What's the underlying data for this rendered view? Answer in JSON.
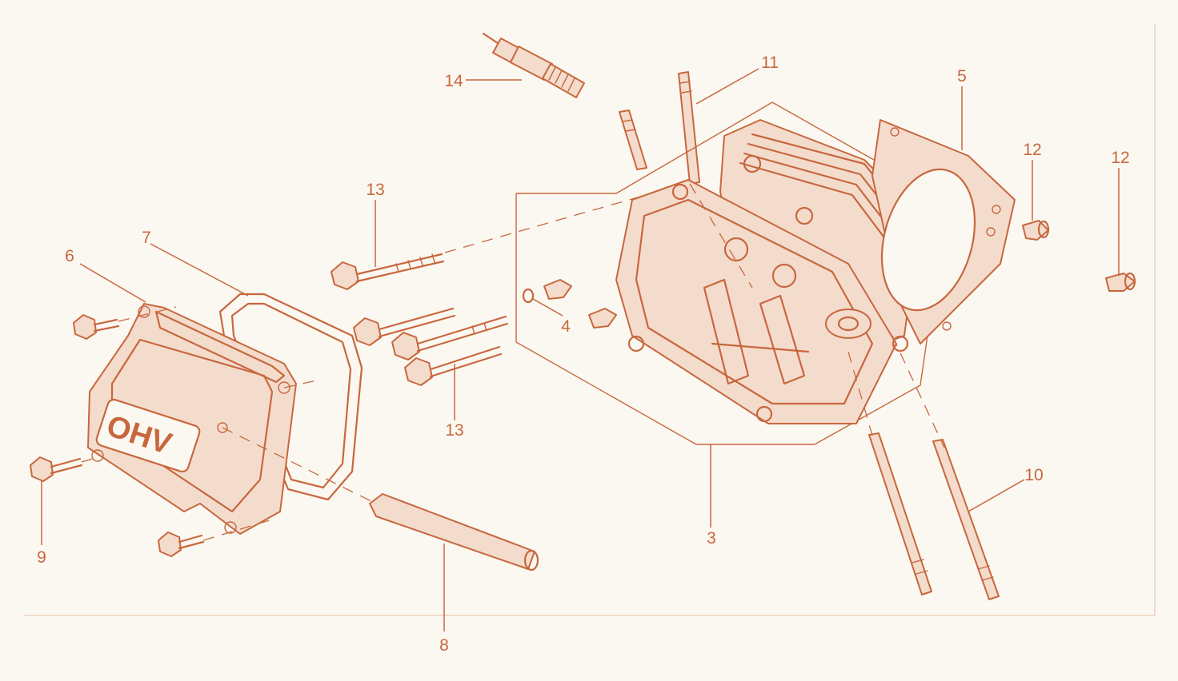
{
  "diagram": {
    "palette": {
      "line": "#c8673e",
      "background": "#fbf8f1",
      "frame": "#e7c9b6"
    },
    "callouts": {
      "c3": "3",
      "c4": "4",
      "c5": "5",
      "c6": "6",
      "c7": "7",
      "c8": "8",
      "c9": "9",
      "c10": "10",
      "c11": "11",
      "c12a": "12",
      "c12b": "12",
      "c13a": "13",
      "c13b": "13",
      "c14": "14"
    },
    "cover_logo": "OHV"
  }
}
